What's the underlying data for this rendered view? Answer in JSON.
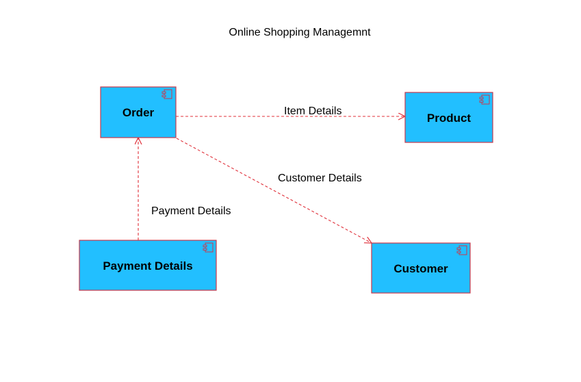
{
  "title": "Online Shopping Managemnt",
  "colors": {
    "component_fill": "#22BFFF",
    "component_border": "#C8394B",
    "connector": "#E0303A",
    "text": "#000000"
  },
  "components": {
    "order": {
      "label": "Order",
      "icon": "component-icon"
    },
    "product": {
      "label": "Product",
      "icon": "component-icon"
    },
    "payment": {
      "label": "Payment Details",
      "icon": "component-icon"
    },
    "customer": {
      "label": "Customer",
      "icon": "component-icon"
    }
  },
  "connectors": {
    "item_details": {
      "label": "Item Details",
      "from": "Order",
      "to": "Product"
    },
    "customer_details": {
      "label": "Customer Details",
      "from": "Order",
      "to": "Customer"
    },
    "payment_details": {
      "label": "Payment Details",
      "from": "Payment Details",
      "to": "Order"
    }
  }
}
